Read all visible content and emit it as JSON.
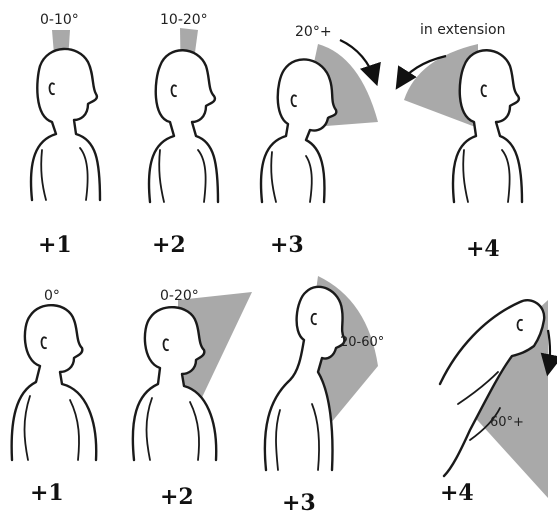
{
  "rows": [
    {
      "figures": [
        {
          "angle_label": "0-10°",
          "score": "+1"
        },
        {
          "angle_label": "10-20°",
          "score": "+2"
        },
        {
          "angle_label": "20°+",
          "score": "+3"
        },
        {
          "angle_label": "in extension",
          "score": "+4"
        }
      ]
    },
    {
      "figures": [
        {
          "angle_label": "0°",
          "score": "+1"
        },
        {
          "angle_label": "0-20°",
          "score": "+2"
        },
        {
          "angle_label": "20-60°",
          "score": "+3"
        },
        {
          "angle_label": "60°+",
          "score": "+4"
        }
      ]
    }
  ],
  "colors": {
    "wedge": "#a9a9a9",
    "outline": "#1a1a1a",
    "background": "#ffffff"
  }
}
